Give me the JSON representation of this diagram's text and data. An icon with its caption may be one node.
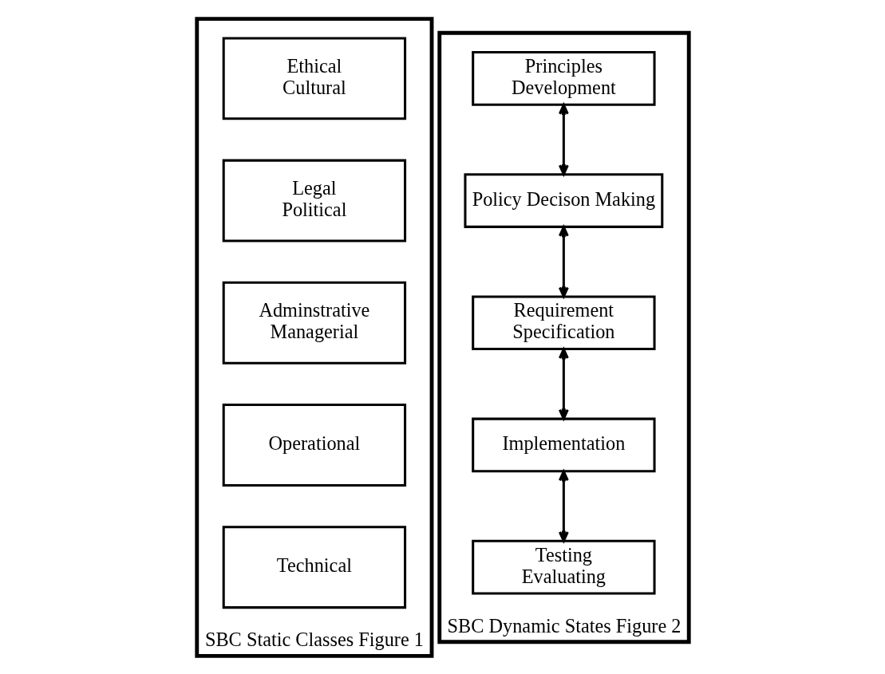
{
  "diagram": {
    "nodes": [
      {
        "text": [
          "SBC Static Classes Figure 1"
        ]
      },
      {
        "text": [
          "Ethical Cultural"
        ],
        "in": 0
      },
      {
        "text": [
          "Legal Political"
        ],
        "in": 0
      },
      {
        "text": [
          "Adminstrative Managerial"
        ],
        "in": 0
      },
      {
        "text": [
          "Operational"
        ],
        "in": 0
      },
      {
        "text": [
          "Technical"
        ],
        "in": 0
      },
      {
        "text": [
          "SBC Dynamic States Figure 2"
        ]
      },
      {
        "text": [
          "Principles Development"
        ],
        "in": 6
      },
      {
        "text": [
          "Policy Decison Making"
        ],
        "in": 6
      },
      {
        "text": [
          "Requirement Specification"
        ],
        "in": 6
      },
      {
        "text": [
          "Implementation"
        ],
        "in": 6
      },
      {
        "text": [
          "Testing Evaluating"
        ],
        "in": 6
      }
    ],
    "edges": [
      {
        "from": 7,
        "to": 8,
        "arrow": "both"
      },
      {
        "from": 8,
        "to": 9,
        "arrow": "both"
      },
      {
        "from": 9,
        "to": 10,
        "arrow": "both"
      },
      {
        "from": 10,
        "to": 11,
        "arrow": "both"
      }
    ]
  }
}
